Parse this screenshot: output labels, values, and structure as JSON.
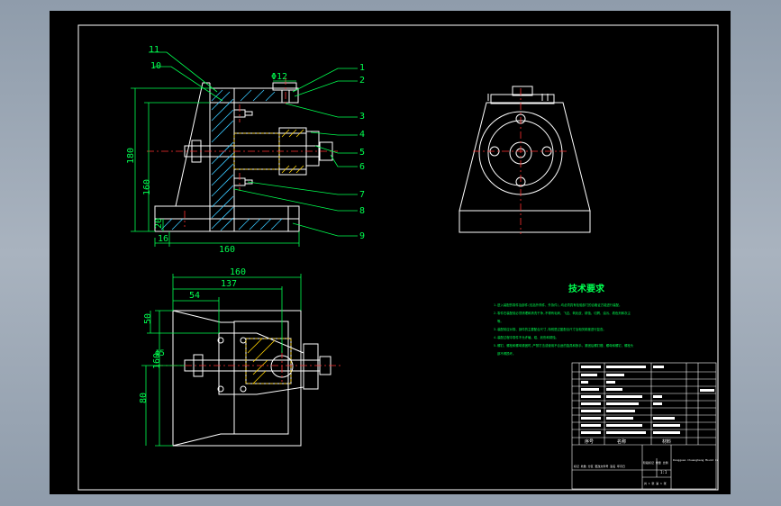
{
  "colors": {
    "line": "#ffffff",
    "hatch": "#39c8ff",
    "dim": "#00ff50",
    "leader": "#00ff50",
    "center": "#ff3030",
    "section": "#ffd200",
    "tech": "#00ff50",
    "table": "#ffffff"
  },
  "front_view": {
    "dims": {
      "d180": "180",
      "d160v": "160",
      "d20": "20",
      "d16": "16",
      "d160h": "160",
      "phi12": "Φ12"
    },
    "callouts": [
      "1",
      "2",
      "3",
      "4",
      "5",
      "6",
      "7",
      "8",
      "9",
      "10",
      "11"
    ]
  },
  "top_view": {
    "dims": {
      "w160": "160",
      "w137": "137",
      "w54": "54",
      "h50": "50",
      "h160": "160",
      "h80": "80",
      "phi_small": "Φ5"
    }
  },
  "tech": {
    "title": "技术要求",
    "lines": [
      "1.进入装配的零件及部件(包括外购件、外协件),均必须具有检验部门的合格证方能进行装配。",
      "2.零件在装配前必须清理和清洗干净,不得有毛刺、飞边、氧化皮、锈蚀、切屑、油污、着色剂和灰尘",
      "等。",
      "3.装配前应对零、部件的主要配合尺寸,特别是过盈配合尺寸及相关精度进行复查。",
      "4.装配过程中零件不允许磕、碰、划伤和锈蚀。",
      "5.螺钉、螺栓和螺母紧固时,严禁打击或使用不合适的旋具和扳手。紧固后螺钉槽、螺母和螺钉、螺栓头",
      "部不得损坏。"
    ]
  },
  "title_block": {
    "header": [
      "序号",
      "名称",
      "材料"
    ],
    "company": "Dongguan Chuanghang Mould Co",
    "footer_left": "标记 处数 分区 更改文件号 签名 年月日",
    "footer_mid": "阶段标记 重量 比例",
    "scale": "1:1",
    "page": "共 1 张 第 1 张"
  }
}
